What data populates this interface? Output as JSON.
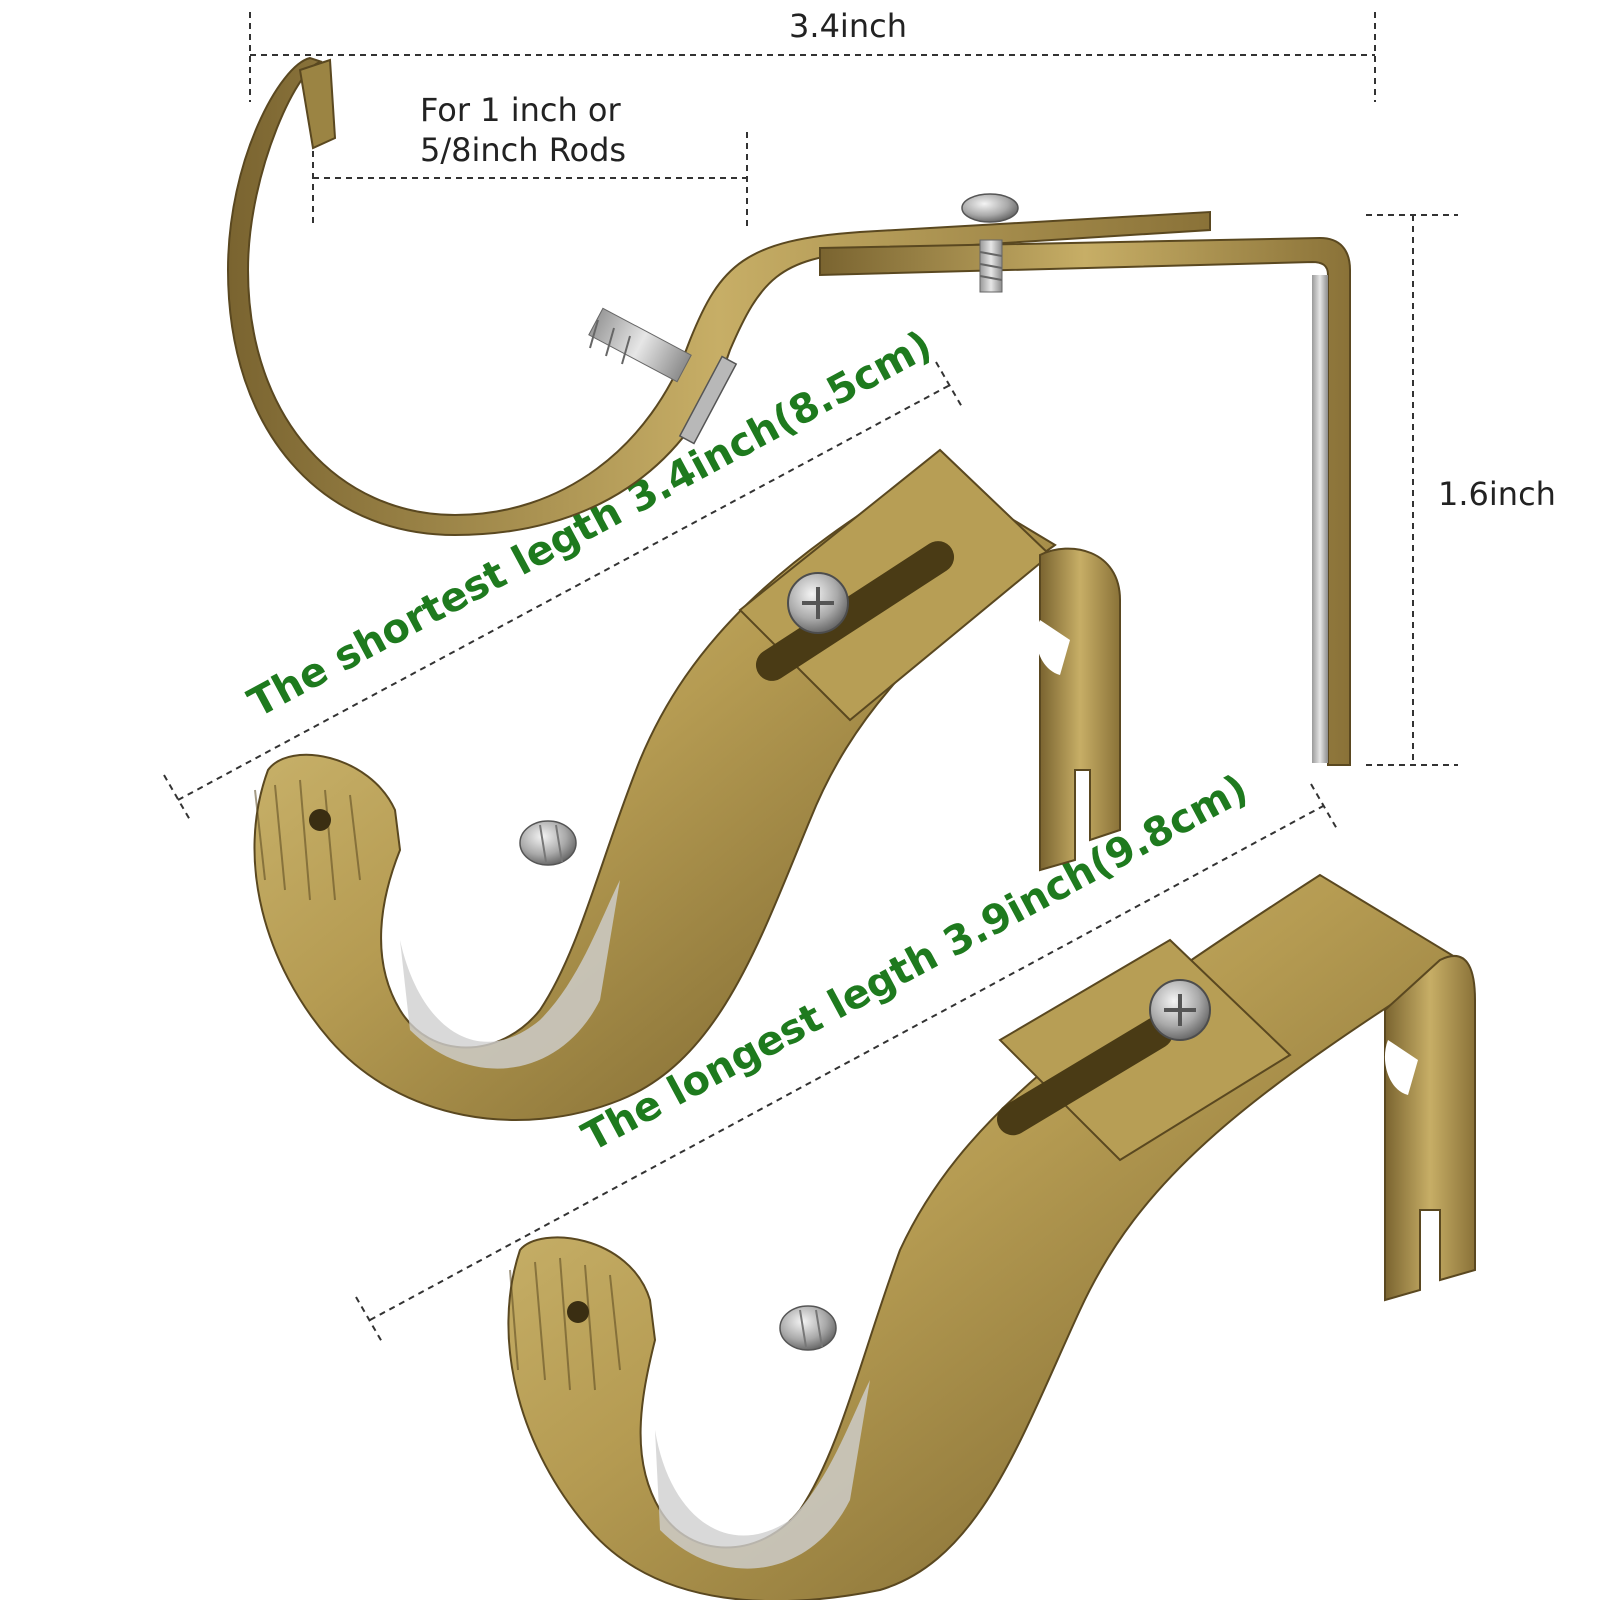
{
  "labels": {
    "top_width": "3.4inch",
    "rod_line1": "For 1 inch or",
    "rod_line2": "5/8inch Rods",
    "height": "1.6inch",
    "shortest": "The shortest legth 3.4inch(8.5cm)",
    "longest": "The longest legth 3.9inch(9.8cm)"
  },
  "colors": {
    "label_green": "#1e7a1e",
    "dimension_line": "#333333",
    "brass_light": "#c9b16a",
    "brass_mid": "#a88f45",
    "brass_dark": "#6b5624",
    "steel": "#c8c8c8"
  }
}
